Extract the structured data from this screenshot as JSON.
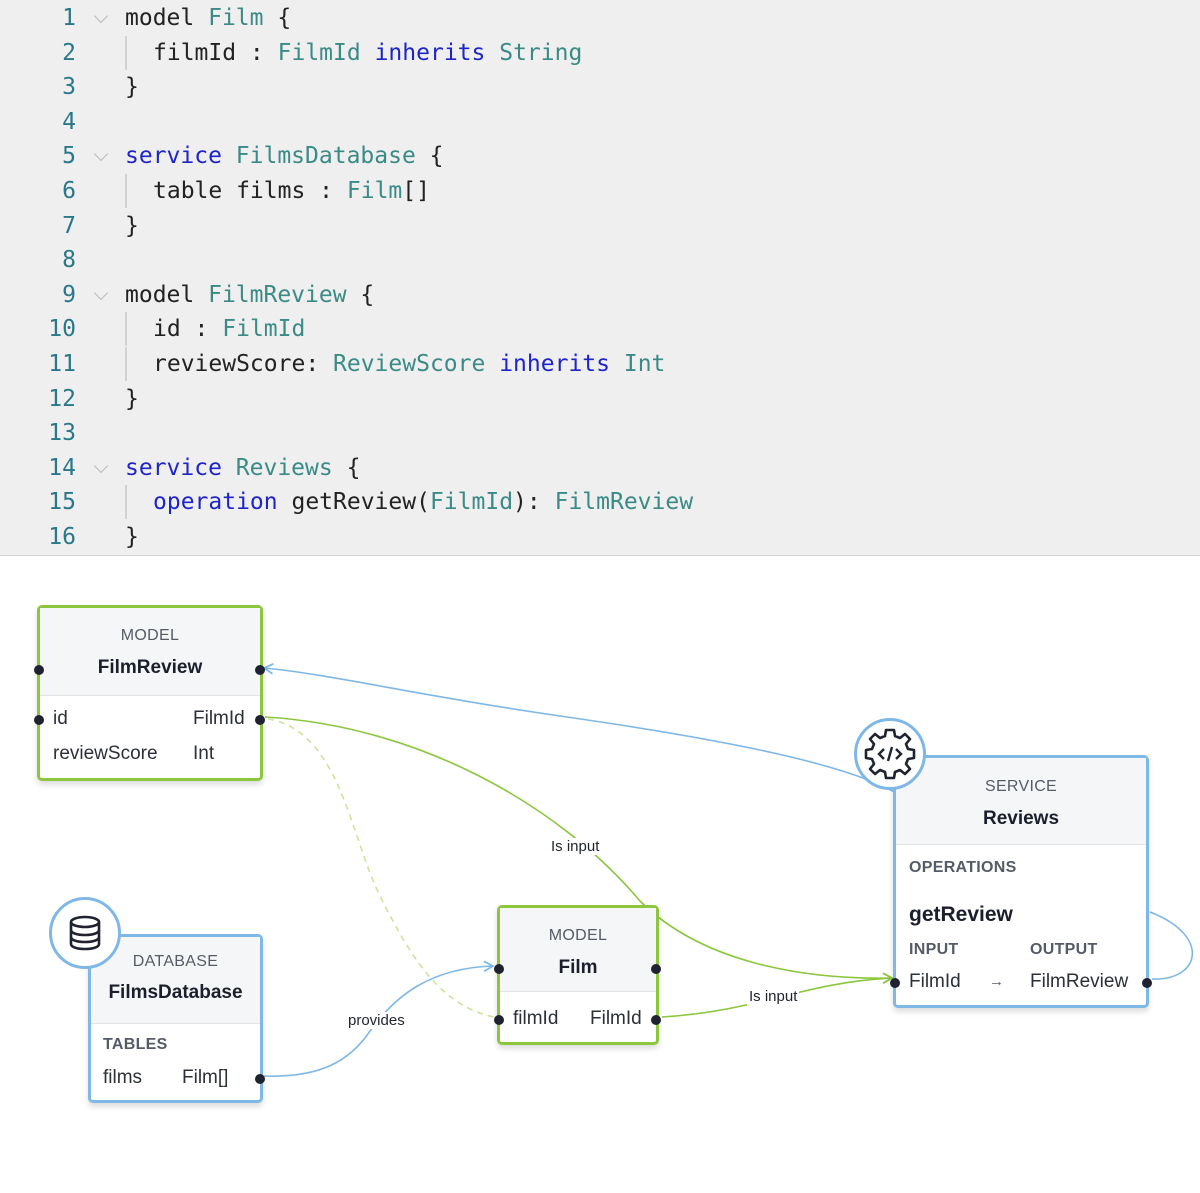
{
  "editor": {
    "lines": [
      {
        "n": "1",
        "fold": true,
        "indent": 0,
        "guide": false,
        "tokens": [
          {
            "t": "model ",
            "c": "pl"
          },
          {
            "t": "Film",
            "c": "ty"
          },
          {
            "t": " {",
            "c": "pl"
          }
        ]
      },
      {
        "n": "2",
        "fold": false,
        "indent": 1,
        "guide": true,
        "tokens": [
          {
            "t": "filmId : ",
            "c": "pl"
          },
          {
            "t": "FilmId",
            "c": "ty"
          },
          {
            "t": " ",
            "c": "pl"
          },
          {
            "t": "inherits",
            "c": "kw"
          },
          {
            "t": " ",
            "c": "pl"
          },
          {
            "t": "String",
            "c": "ty"
          }
        ]
      },
      {
        "n": "3",
        "fold": false,
        "indent": 0,
        "guide": false,
        "tokens": [
          {
            "t": "}",
            "c": "pl"
          }
        ]
      },
      {
        "n": "4",
        "fold": false,
        "indent": 0,
        "guide": false,
        "tokens": []
      },
      {
        "n": "5",
        "fold": true,
        "indent": 0,
        "guide": false,
        "tokens": [
          {
            "t": "service",
            "c": "kw"
          },
          {
            "t": " ",
            "c": "pl"
          },
          {
            "t": "FilmsDatabase",
            "c": "ty"
          },
          {
            "t": " {",
            "c": "pl"
          }
        ]
      },
      {
        "n": "6",
        "fold": false,
        "indent": 1,
        "guide": true,
        "tokens": [
          {
            "t": "table films : ",
            "c": "pl"
          },
          {
            "t": "Film",
            "c": "ty"
          },
          {
            "t": "[]",
            "c": "pl"
          }
        ]
      },
      {
        "n": "7",
        "fold": false,
        "indent": 0,
        "guide": false,
        "tokens": [
          {
            "t": "}",
            "c": "pl"
          }
        ]
      },
      {
        "n": "8",
        "fold": false,
        "indent": 0,
        "guide": false,
        "tokens": []
      },
      {
        "n": "9",
        "fold": true,
        "indent": 0,
        "guide": false,
        "tokens": [
          {
            "t": "model ",
            "c": "pl"
          },
          {
            "t": "FilmReview",
            "c": "ty"
          },
          {
            "t": " {",
            "c": "pl"
          }
        ]
      },
      {
        "n": "10",
        "fold": false,
        "indent": 1,
        "guide": true,
        "tokens": [
          {
            "t": "id : ",
            "c": "pl"
          },
          {
            "t": "FilmId",
            "c": "ty"
          }
        ]
      },
      {
        "n": "11",
        "fold": false,
        "indent": 1,
        "guide": true,
        "tokens": [
          {
            "t": "reviewScore: ",
            "c": "pl"
          },
          {
            "t": "ReviewScore",
            "c": "ty"
          },
          {
            "t": " ",
            "c": "pl"
          },
          {
            "t": "inherits",
            "c": "kw"
          },
          {
            "t": " ",
            "c": "pl"
          },
          {
            "t": "Int",
            "c": "ty"
          }
        ]
      },
      {
        "n": "12",
        "fold": false,
        "indent": 0,
        "guide": false,
        "tokens": [
          {
            "t": "}",
            "c": "pl"
          }
        ]
      },
      {
        "n": "13",
        "fold": false,
        "indent": 0,
        "guide": false,
        "tokens": []
      },
      {
        "n": "14",
        "fold": true,
        "indent": 0,
        "guide": false,
        "tokens": [
          {
            "t": "service",
            "c": "kw"
          },
          {
            "t": " ",
            "c": "pl"
          },
          {
            "t": "Reviews",
            "c": "ty"
          },
          {
            "t": " {",
            "c": "pl"
          }
        ]
      },
      {
        "n": "15",
        "fold": false,
        "indent": 1,
        "guide": true,
        "tokens": [
          {
            "t": "operation",
            "c": "kw"
          },
          {
            "t": " getReview(",
            "c": "pl"
          },
          {
            "t": "FilmId",
            "c": "ty"
          },
          {
            "t": "): ",
            "c": "pl"
          },
          {
            "t": "FilmReview",
            "c": "ty"
          }
        ]
      },
      {
        "n": "16",
        "fold": false,
        "indent": 0,
        "guide": false,
        "tokens": [
          {
            "t": "}",
            "c": "pl"
          }
        ]
      }
    ]
  },
  "diagram": {
    "filmreview": {
      "kind": "MODEL",
      "title": "FilmReview",
      "fields": [
        {
          "name": "id",
          "type": "FilmId"
        },
        {
          "name": "reviewScore",
          "type": "Int"
        }
      ]
    },
    "filmsdb": {
      "kind": "DATABASE",
      "title": "FilmsDatabase",
      "section": "TABLES",
      "tables": [
        {
          "name": "films",
          "type": "Film[]"
        }
      ]
    },
    "film": {
      "kind": "MODEL",
      "title": "Film",
      "fields": [
        {
          "name": "filmId",
          "type": "FilmId"
        }
      ]
    },
    "reviews": {
      "kind": "SERVICE",
      "title": "Reviews",
      "section": "OPERATIONS",
      "operation": "getReview",
      "input_label": "INPUT",
      "output_label": "OUTPUT",
      "input": "FilmId",
      "arrow": "→",
      "output": "FilmReview"
    },
    "edge_labels": {
      "is_input_1": "Is input",
      "is_input_2": "Is input",
      "provides": "provides"
    },
    "colors": {
      "model_border": "#8cc63f",
      "service_border": "#7fb8e6",
      "edge_green": "#8cc63f",
      "edge_blue": "#7fb8e6",
      "keyword": "#1e24c7",
      "type": "#3a8a86"
    },
    "icons": {
      "database": "database-icon",
      "service": "gear-code-icon"
    }
  }
}
